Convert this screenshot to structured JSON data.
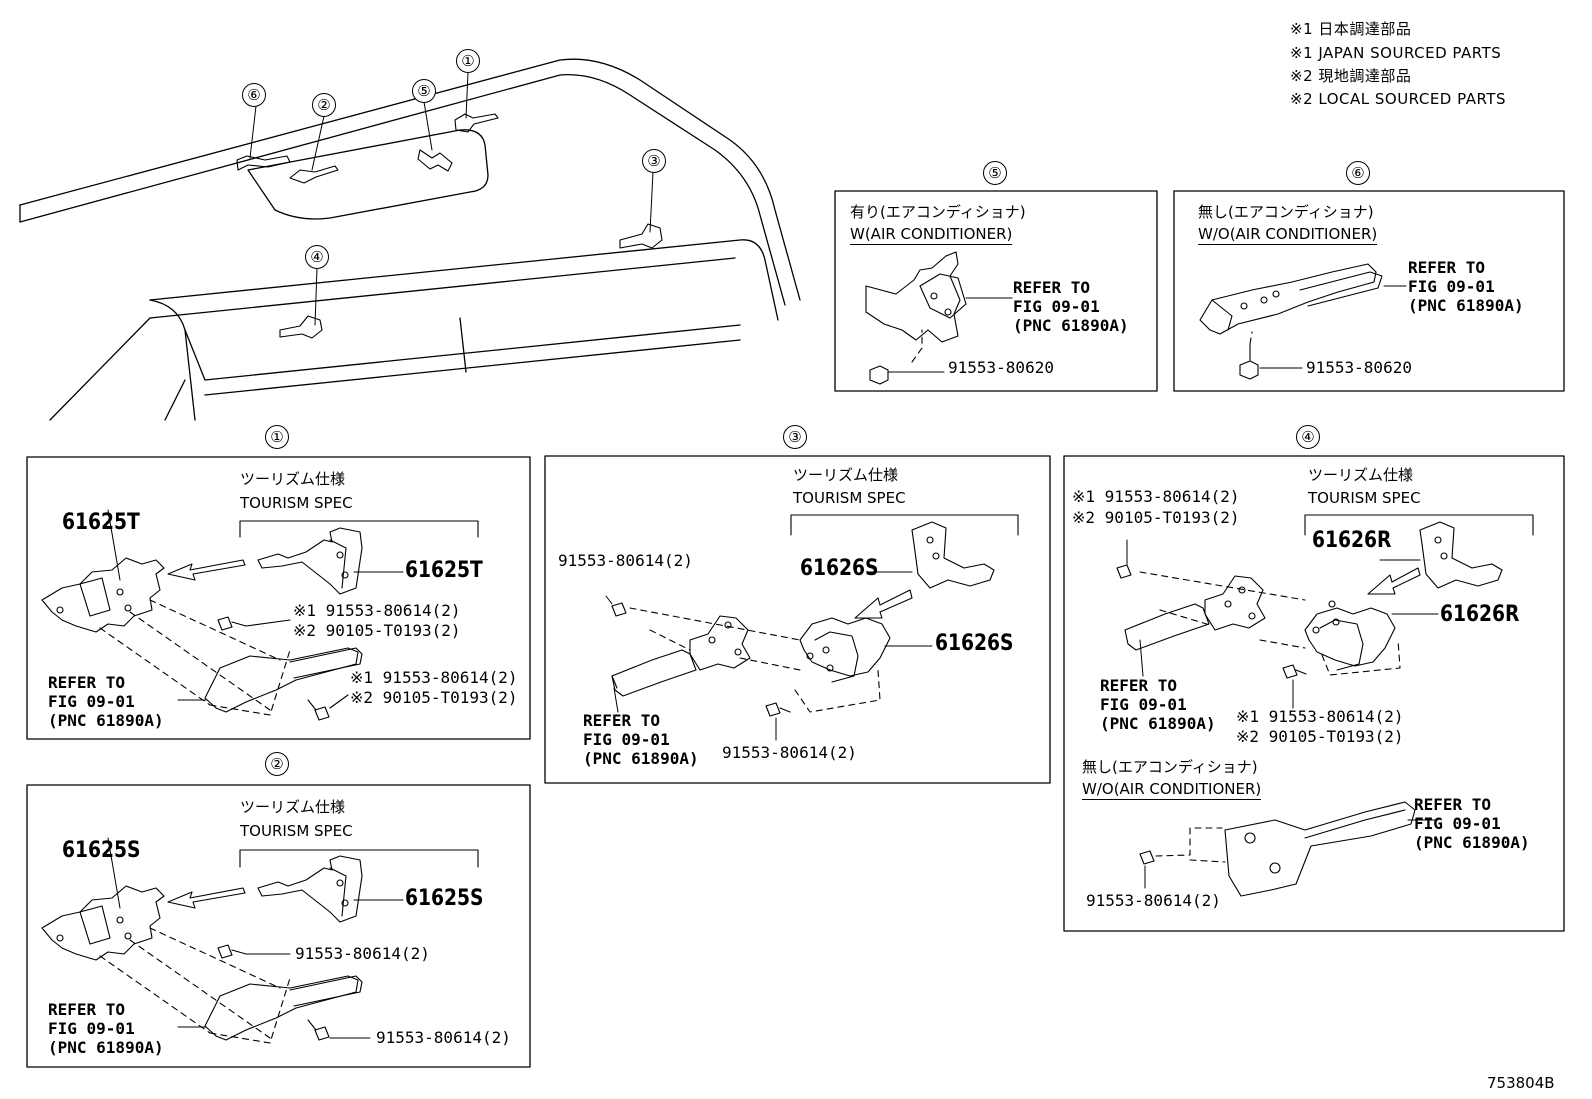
{
  "legend": [
    "※1 日本調達部品",
    "※1 JAPAN SOURCED PARTS",
    "※2 現地調達部品",
    "※2 LOCAL SOURCED PARTS"
  ],
  "figure_code": "753804B",
  "overview_callouts": [
    "⑥",
    "②",
    "⑤",
    "①",
    "③",
    "④"
  ],
  "panel1": {
    "callout": "①",
    "spec_jp": "ツーリズム仕様",
    "spec_en": "TOURISM SPEC",
    "part_left": "61625T",
    "part_right": "61625T",
    "bolt1_a": "※1 91553-80614(2)",
    "bolt1_b": "※2 90105-T0193(2)",
    "bolt2_a": "※1 91553-80614(2)",
    "bolt2_b": "※2 90105-T0193(2)",
    "refer": "REFER TO\nFIG 09-01\n(PNC 61890A)"
  },
  "panel2": {
    "callout": "②",
    "spec_jp": "ツーリズム仕様",
    "spec_en": "TOURISM SPEC",
    "part_left": "61625S",
    "part_right": "61625S",
    "bolt1": "91553-80614(2)",
    "bolt2": "91553-80614(2)",
    "refer": "REFER TO\nFIG 09-01\n(PNC 61890A)"
  },
  "panel3": {
    "callout": "③",
    "spec_jp": "ツーリズム仕様",
    "spec_en": "TOURISM SPEC",
    "part_top": "61626S",
    "part_right": "61626S",
    "bolt1": "91553-80614(2)",
    "bolt2": "91553-80614(2)",
    "refer": "REFER TO\nFIG 09-01\n(PNC 61890A)"
  },
  "panel4": {
    "callout": "④",
    "spec_jp": "ツーリズム仕様",
    "spec_en": "TOURISM SPEC",
    "bolt1_a": "※1 91553-80614(2)",
    "bolt1_b": "※2 90105-T0193(2)",
    "part_top": "61626R",
    "part_right": "61626R",
    "refer": "REFER TO\nFIG 09-01\n(PNC 61890A)",
    "bolt2_a": "※1 91553-80614(2)",
    "bolt2_b": "※2 90105-T0193(2)",
    "wo_jp": "無し(エアコンディショナ)",
    "wo_en": "W/O(AIR CONDITIONER)",
    "refer2": "REFER TO\nFIG 09-01\n(PNC 61890A)",
    "bolt3": "91553-80614(2)"
  },
  "panel5": {
    "callout": "⑤",
    "label_jp": "有り(エアコンディショナ)",
    "label_en": "W(AIR CONDITIONER)",
    "refer": "REFER TO\nFIG 09-01\n(PNC 61890A)",
    "bolt": "91553-80620"
  },
  "panel6": {
    "callout": "⑥",
    "label_jp": "無し(エアコンディショナ)",
    "label_en": "W/O(AIR CONDITIONER)",
    "refer": "REFER TO\nFIG 09-01\n(PNC 61890A)",
    "bolt": "91553-80620"
  }
}
